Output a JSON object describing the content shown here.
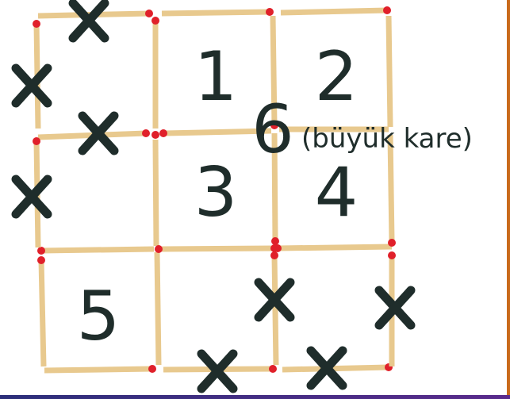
{
  "puzzle": {
    "square_labels": [
      "1",
      "2",
      "3",
      "4",
      "5",
      "6"
    ],
    "big_square_note": "(büyük kare)"
  },
  "colors": {
    "matchstick_wood": "#e8c98e",
    "matchstick_head": "#e0202a",
    "cross_mark": "#1f2d2b",
    "frame_accent_right": "#c96a1c",
    "frame_accent_bottom": "#3a2d86"
  },
  "icons": {
    "removed_match": "x-mark-icon",
    "matchstick": "matchstick-icon"
  }
}
